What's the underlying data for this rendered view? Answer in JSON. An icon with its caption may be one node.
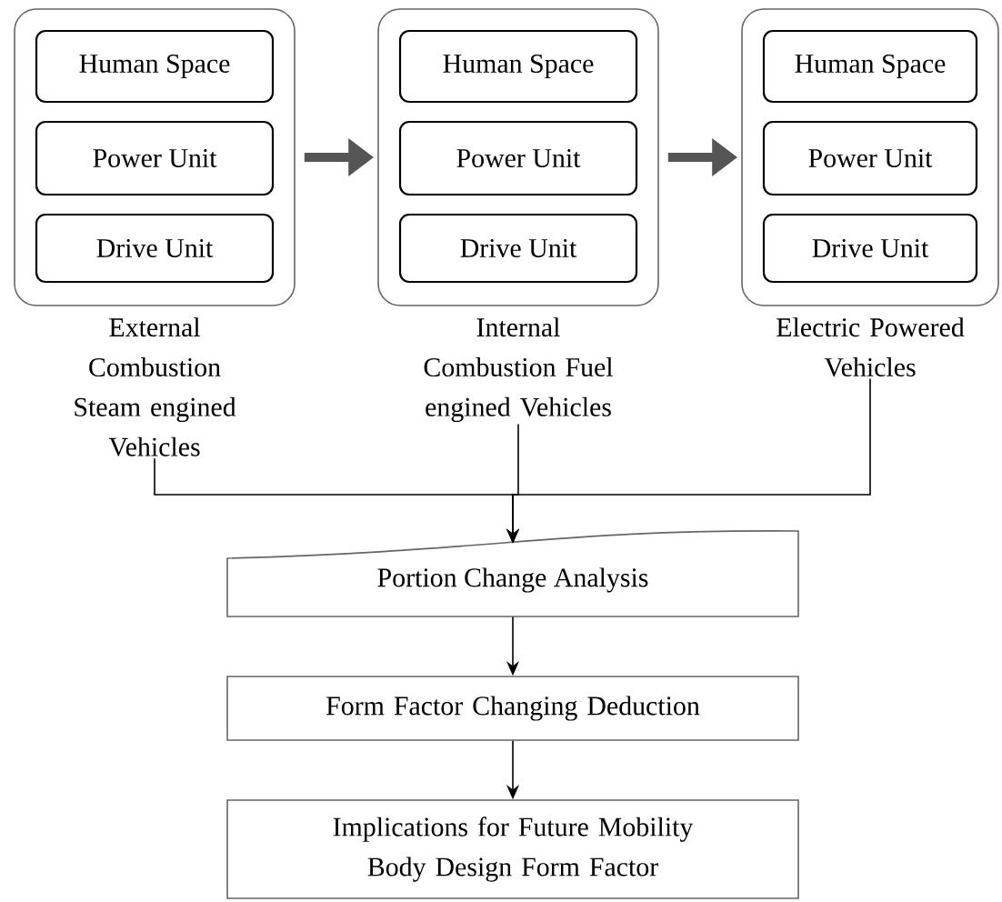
{
  "diagram": {
    "nodes": [
      {
        "text": [],
        "shape": "box",
        "beside": [
          "External Combustion Steam engined Vehicles"
        ]
      },
      {
        "text": [
          "Human Space"
        ],
        "in": 0
      },
      {
        "text": [
          "Power Unit"
        ],
        "in": 0
      },
      {
        "text": [
          "Drive Unit"
        ],
        "in": 0
      },
      {
        "text": [],
        "shape": "box",
        "beside": [
          "Internal Combustion Fuel engined Vehicles"
        ]
      },
      {
        "text": [
          "Human Space"
        ],
        "in": 4
      },
      {
        "text": [
          "Power Unit"
        ],
        "in": 4
      },
      {
        "text": [
          "Drive Unit"
        ],
        "in": 4
      },
      {
        "text": [],
        "shape": "box",
        "beside": [
          "Electric Powered Vehicles"
        ]
      },
      {
        "text": [
          "Human Space"
        ],
        "in": 8
      },
      {
        "text": [
          "Power Unit"
        ],
        "in": 8
      },
      {
        "text": [
          "Drive Unit"
        ],
        "in": 8
      },
      {
        "text": [
          "Portion Change Analysis"
        ]
      },
      {
        "text": [
          "Form Factor Changing Deduction"
        ]
      },
      {
        "text": [
          "Implications for Future Mobility Body Design Form Factor"
        ]
      }
    ],
    "edges": [
      {
        "from": 0,
        "to": 4,
        "arrow": "to",
        "style": "thick",
        "color": "#555555"
      },
      {
        "from": 4,
        "to": 8,
        "arrow": "to",
        "style": "thick",
        "color": "#555555"
      },
      {
        "from": 0,
        "to": 12,
        "arrow": "to"
      },
      {
        "from": 4,
        "to": 12,
        "arrow": "to"
      },
      {
        "from": 8,
        "to": 12,
        "arrow": "to"
      },
      {
        "from": 12,
        "to": 13,
        "arrow": "to"
      },
      {
        "from": 13,
        "to": 14,
        "arrow": "to"
      }
    ]
  }
}
